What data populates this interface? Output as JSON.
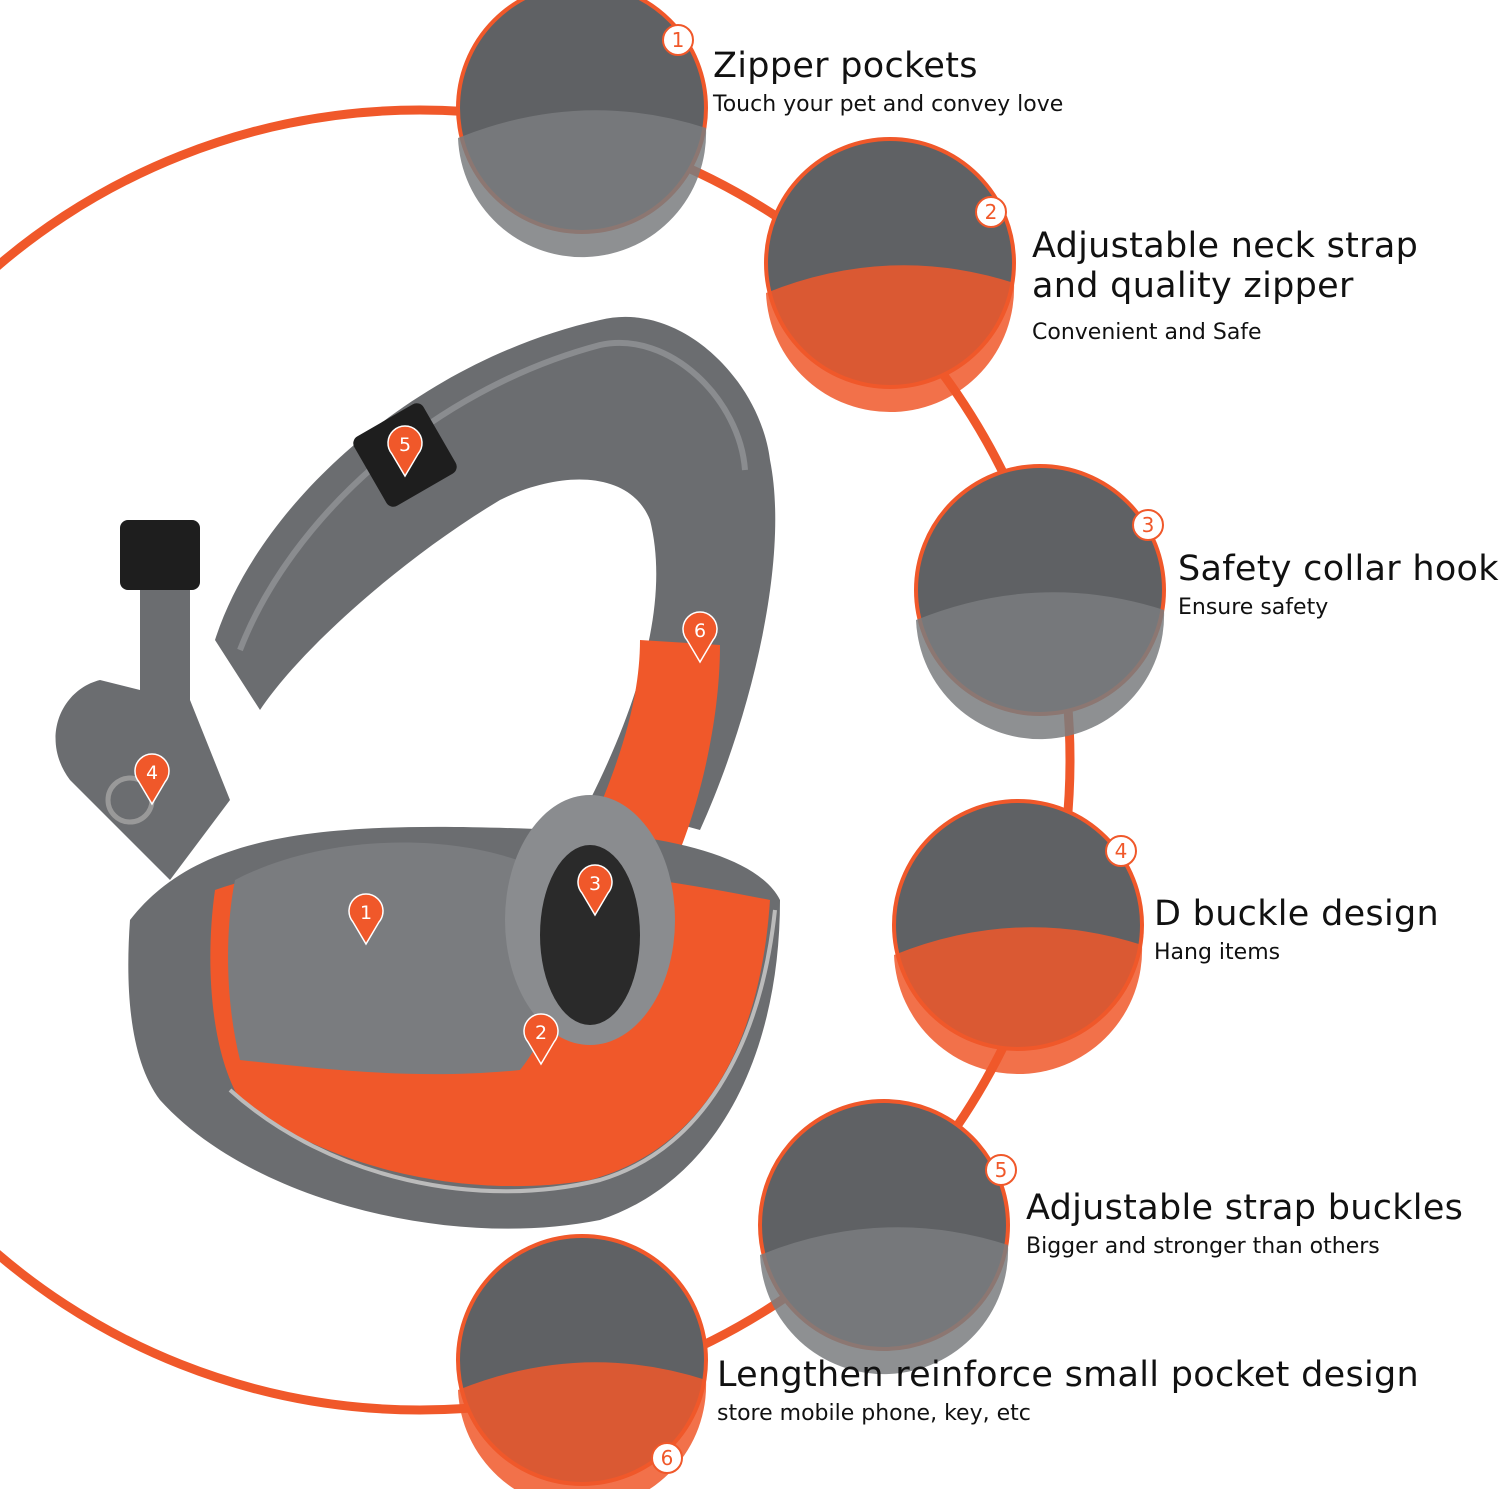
{
  "accent_color": "#f0582a",
  "strap_color": "#6b6d70",
  "features": [
    {
      "number": "1",
      "title": "Zipper pockets",
      "subtitle": "Touch your pet and convey love"
    },
    {
      "number": "2",
      "title": "Adjustable neck strap\nand quality zipper",
      "subtitle": "Convenient and Safe"
    },
    {
      "number": "3",
      "title": "Safety collar hook",
      "subtitle": "Ensure safety"
    },
    {
      "number": "4",
      "title": "D buckle design",
      "subtitle": "Hang items"
    },
    {
      "number": "5",
      "title": "Adjustable strap buckles",
      "subtitle": "Bigger and stronger than others"
    },
    {
      "number": "6",
      "title": "Lengthen reinforce small pocket design",
      "subtitle": "store mobile phone, key, etc"
    }
  ],
  "markers": [
    "1",
    "2",
    "3",
    "4",
    "5",
    "6"
  ]
}
